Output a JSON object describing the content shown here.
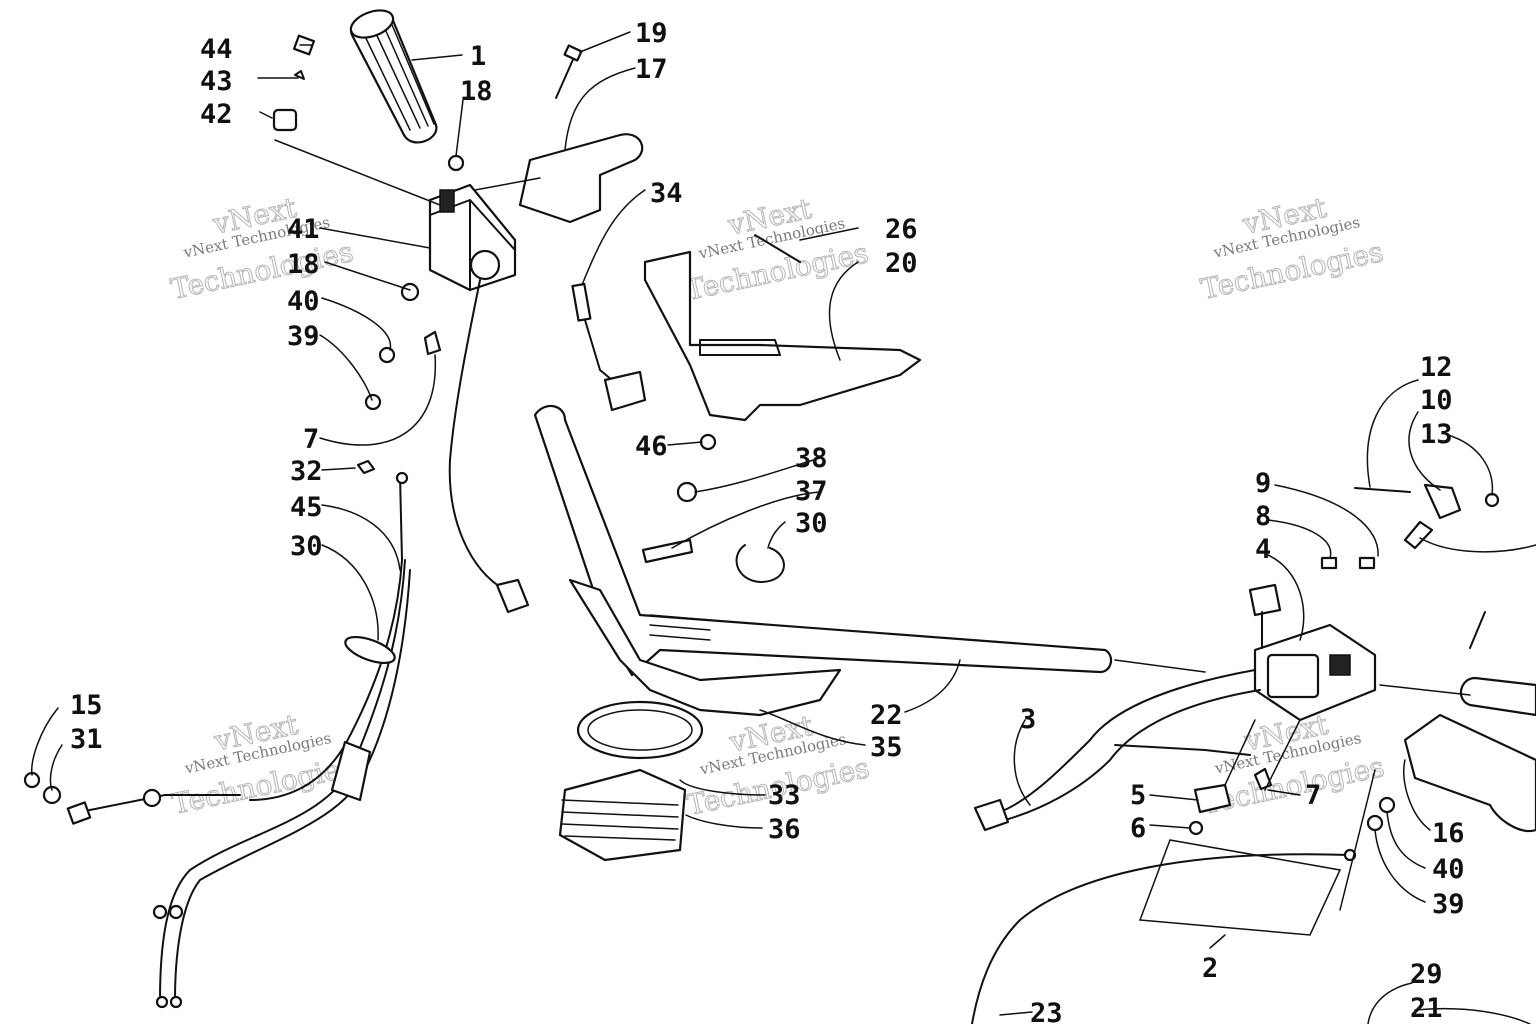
{
  "watermark": {
    "brand": "vNext",
    "line1": "vNext Technologies",
    "line2": "Technologies"
  },
  "callouts": [
    {
      "id": "c44",
      "text": "44"
    },
    {
      "id": "c43",
      "text": "43"
    },
    {
      "id": "c42",
      "text": "42"
    },
    {
      "id": "c1",
      "text": "1"
    },
    {
      "id": "c18a",
      "text": "18"
    },
    {
      "id": "c19",
      "text": "19"
    },
    {
      "id": "c17",
      "text": "17"
    },
    {
      "id": "c34",
      "text": "34"
    },
    {
      "id": "c26",
      "text": "26"
    },
    {
      "id": "c20",
      "text": "20"
    },
    {
      "id": "c41",
      "text": "41"
    },
    {
      "id": "c18b",
      "text": "18"
    },
    {
      "id": "c40a",
      "text": "40"
    },
    {
      "id": "c39a",
      "text": "39"
    },
    {
      "id": "c7a",
      "text": "7"
    },
    {
      "id": "c46",
      "text": "46"
    },
    {
      "id": "c32",
      "text": "32"
    },
    {
      "id": "c45",
      "text": "45"
    },
    {
      "id": "c30a",
      "text": "30"
    },
    {
      "id": "c38",
      "text": "38"
    },
    {
      "id": "c37",
      "text": "37"
    },
    {
      "id": "c30b",
      "text": "30"
    },
    {
      "id": "c12",
      "text": "12"
    },
    {
      "id": "c10",
      "text": "10"
    },
    {
      "id": "c13",
      "text": "13"
    },
    {
      "id": "c9",
      "text": "9"
    },
    {
      "id": "c8",
      "text": "8"
    },
    {
      "id": "c4",
      "text": "4"
    },
    {
      "id": "c15",
      "text": "15"
    },
    {
      "id": "c31",
      "text": "31"
    },
    {
      "id": "c22",
      "text": "22"
    },
    {
      "id": "c3",
      "text": "3"
    },
    {
      "id": "c35",
      "text": "35"
    },
    {
      "id": "c33",
      "text": "33"
    },
    {
      "id": "c36",
      "text": "36"
    },
    {
      "id": "c5",
      "text": "5"
    },
    {
      "id": "c7b",
      "text": "7"
    },
    {
      "id": "c6",
      "text": "6"
    },
    {
      "id": "c16",
      "text": "16"
    },
    {
      "id": "c40b",
      "text": "40"
    },
    {
      "id": "c39b",
      "text": "39"
    },
    {
      "id": "c2",
      "text": "2"
    },
    {
      "id": "c29",
      "text": "29"
    },
    {
      "id": "c21",
      "text": "21"
    },
    {
      "id": "c23",
      "text": "23"
    }
  ]
}
